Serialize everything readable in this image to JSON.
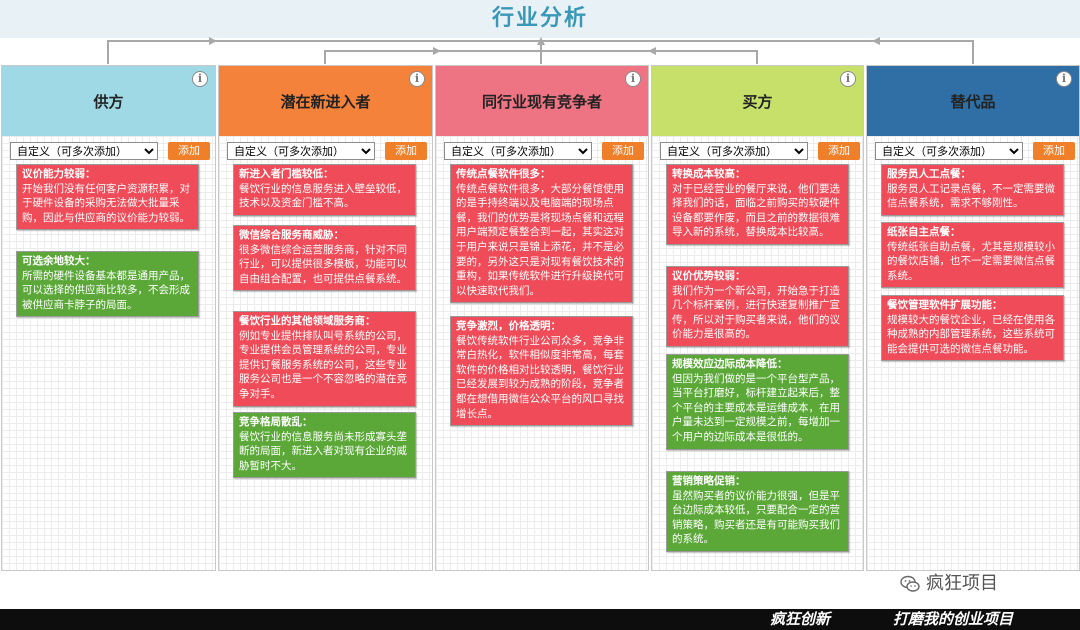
{
  "title": "行业分析",
  "add_label": "添加",
  "select_default": "自定义（可多次添加）",
  "columns": [
    {
      "name": "供方",
      "color": "#9fd9e6",
      "cards": [
        {
          "title": "议价能力较弱：",
          "body": "开始我们没有任何客户资源积累，对于硬件设备的采购无法做大批量采购，因此与供应商的议价能力较弱。",
          "color": "red"
        },
        {
          "title": "可选余地较大：",
          "body": "所需的硬件设备基本都是通用产品，可以选择的供应商比较多，不会形成被供应商卡脖子的局面。",
          "color": "green"
        }
      ]
    },
    {
      "name": "潜在新进入者",
      "color": "#f4823a",
      "cards": [
        {
          "title": "新进入者门槛较低：",
          "body": "餐饮行业的信息服务进入壁垒较低，技术以及资金门槛不高。",
          "color": "red"
        },
        {
          "title": "微信综合服务商威胁：",
          "body": "很多微信综合运营服务商，针对不同行业，可以提供很多模板，功能可以自由组合配置，也可提供点餐系统。",
          "color": "red"
        },
        {
          "title": "餐饮行业的其他领域服务商：",
          "body": "例如专业提供排队叫号系统的公司，专业提供会员管理系统的公司，专业提供订餐服务系统的公司，这些专业服务公司也是一个不容忽略的潜在竞争对手。",
          "color": "red"
        },
        {
          "title": "竞争格局散乱：",
          "body": "餐饮行业的信息服务尚未形成寡头垄断的局面，新进入者对现有企业的威胁暂时不大。",
          "color": "green"
        }
      ]
    },
    {
      "name": "同行业现有竞争者",
      "color": "#ee7484",
      "cards": [
        {
          "title": "传统点餐软件很多：",
          "body": "传统点餐软件很多，大部分餐馆使用的是手持终端以及电脑端的现场点餐，我们的优势是将现场点餐和远程用户端预定餐整合到一起，其实这对于用户来说只是锦上添花，并不是必要的，另外这只是对现有餐饮技术的重构，如果传统软件进行升级换代可以快速取代我们。",
          "color": "red"
        },
        {
          "title": "竞争激烈，价格透明：",
          "body": "餐饮传统软件行业公司众多，竞争非常白热化，软件相似度非常高，每套软件的价格相对比较透明，餐饮行业已经发展到较为成熟的阶段，竞争者都在想借用微信公众平台的风口寻找增长点。",
          "color": "red"
        }
      ]
    },
    {
      "name": "买方",
      "color": "#c6e06a",
      "cards": [
        {
          "title": "转换成本较高：",
          "body": "对于已经营业的餐厅来说，他们要选择我们的话，面临之前购买的软硬件设备都要作废，而且之前的数据很难导入新的系统，替换成本比较高。",
          "color": "red"
        },
        {
          "title": "议价优势较弱：",
          "body": "我们作为一个新公司，开始急于打造几个标杆案例，进行快速复制推广宣传，所以对于购买者来说，他们的议价能力是很高的。",
          "color": "red"
        },
        {
          "title": "规模效应边际成本降低：",
          "body": "但因为我们做的是一个平台型产品，当平台打磨好，标杆建立起来后，整个平台的主要成本是运维成本，在用户量未达到一定规模之前，每增加一个用户的边际成本是很低的。",
          "color": "green"
        },
        {
          "title": "营销策略促销：",
          "body": "虽然购买者的议价能力很强，但是平台边际成本较低，只要配合一定的营销策略，购买者还是有可能购买我们的系统。",
          "color": "green"
        }
      ]
    },
    {
      "name": "替代品",
      "color": "#2f6fa6",
      "cards": [
        {
          "title": "服务员人工点餐：",
          "body": "服务员人工记录点餐，不一定需要微信点餐系统，需求不够刚性。",
          "color": "red"
        },
        {
          "title": "纸张自主点餐：",
          "body": "传统纸张自助点餐，尤其是规模较小的餐饮店铺，也不一定需要微信点餐系统。",
          "color": "red"
        },
        {
          "title": "餐饮管理软件扩展功能：",
          "body": "规模较大的餐饮企业，已经在使用各种成熟的内部管理系统，这些系统可能会提供可选的微信点餐功能。",
          "color": "red"
        }
      ]
    }
  ],
  "watermark": "疯狂项目",
  "footer": {
    "left": "疯狂创新",
    "right": "打磨我的创业项目"
  }
}
